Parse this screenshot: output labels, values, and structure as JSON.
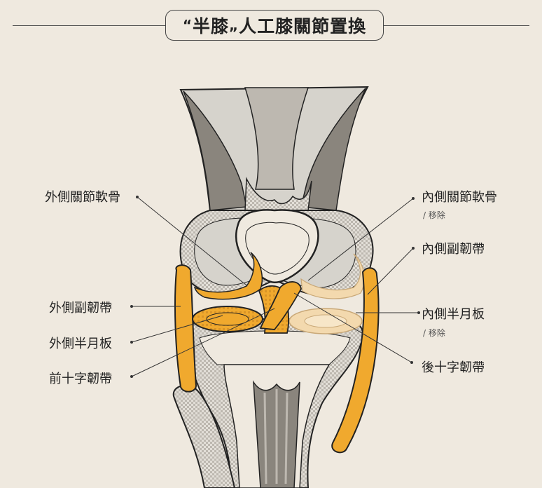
{
  "title": {
    "open_quote": "“",
    "highlight": "半膝",
    "close_quote": "„",
    "text": "人工膝關節置換"
  },
  "labels": {
    "lateral_cartilage": "外側關節軟骨",
    "lateral_collateral": "外側副韌帶",
    "lateral_meniscus": "外側半月板",
    "acl": "前十字韌帶",
    "medial_cartilage": "內側關節軟骨",
    "medial_cartilage_note": "/ 移除",
    "medial_collateral": "內側副韌帶",
    "medial_meniscus": "內側半月板",
    "medial_meniscus_note": "/ 移除",
    "pcl": "後十字韌帶"
  },
  "colors": {
    "background": "#efe9df",
    "ligament": "#f0a92e",
    "ligament_faded": "#f3d9ae",
    "bone": "#d6d3cc",
    "tendon": "#8a857d",
    "outline": "#222222"
  }
}
